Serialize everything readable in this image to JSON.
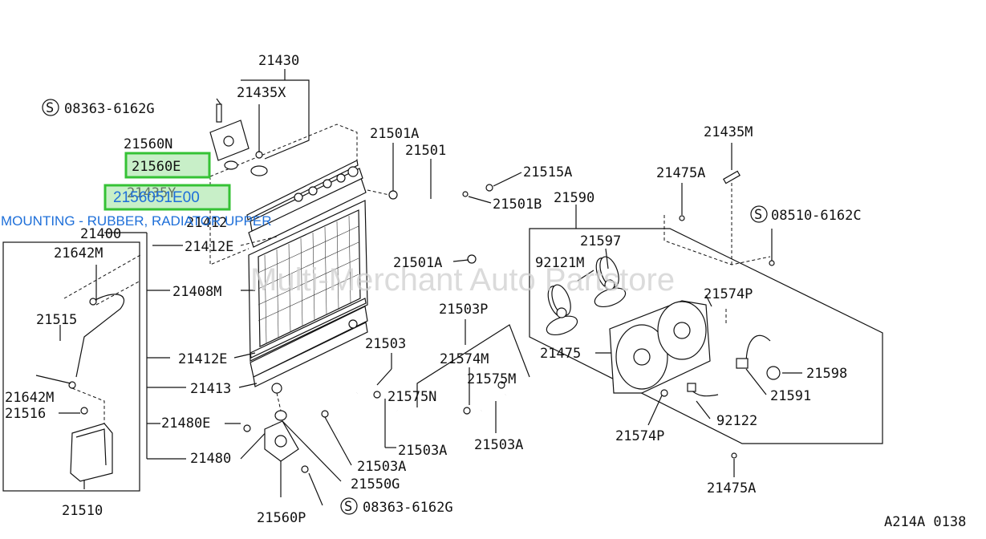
{
  "watermark": "Multi-Merchant Auto Partstore",
  "footer_code": "A214A 0138",
  "highlight": {
    "part_number": "21560E",
    "replacement_number": "2156051E00",
    "description": "MOUNTING - RUBBER, RADIATOR UPPER"
  },
  "callouts": {
    "c21430": "21430",
    "c21435X": "21435X",
    "c08363a": "08363-6162G",
    "c21560N": "21560N",
    "c21435Y": "21435Y",
    "c21412": "21412",
    "c21400": "21400",
    "c21412E_top": "21412E",
    "c21642M_top": "21642M",
    "c21408M": "21408M",
    "c21515": "21515",
    "c21412E_bot": "21412E",
    "c21413": "21413",
    "c21642M_bot": "21642M",
    "c21516": "21516",
    "c21480E": "21480E",
    "c21480": "21480",
    "c21510": "21510",
    "c21501A_top": "21501A",
    "c21501": "21501",
    "c21515A": "21515A",
    "c21501B": "21501B",
    "c21501A_mid": "21501A",
    "c21503P": "21503P",
    "c21503": "21503",
    "c21574M": "21574M",
    "c21575M": "21575M",
    "c21575N": "21575N",
    "c21503A_a": "21503A",
    "c21503A_b": "21503A",
    "c21503A_c": "21503A",
    "c21550G": "21550G",
    "c21560P": "21560P",
    "c08363b": "08363-6162G",
    "c21435M": "21435M",
    "c21475A_top": "21475A",
    "c08510": "08510-6162C",
    "c21590": "21590",
    "c21597": "21597",
    "c92121M": "92121M",
    "c21574P_top": "21574P",
    "c21475": "21475",
    "c21598": "21598",
    "c21591": "21591",
    "c92122": "92122",
    "c21574P_bot": "21574P",
    "c21475A_bot": "21475A"
  },
  "symbols": {
    "s_mark": "S"
  }
}
